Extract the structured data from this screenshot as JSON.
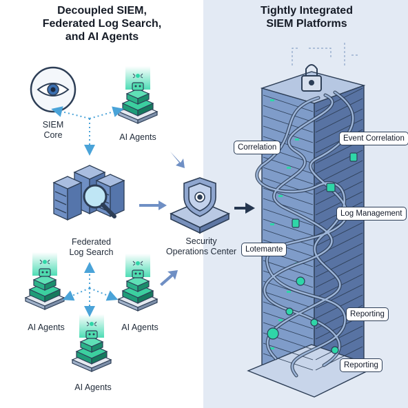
{
  "left_panel": {
    "title": "Decoupled SIEM,\nFederated Log Search,\nand AI Agents",
    "siem_core_label": "SIEM\nCore",
    "ai_agents_label": "AI Agents",
    "federated_label": "Federated\nLog Search",
    "soc_label": "Security\nOperations Center"
  },
  "right_panel": {
    "title": "Tightly Integrated\nSIEM Platforms",
    "tags": {
      "correlation": "Correlation",
      "event_correlation": "Event Correlation",
      "log_management": "Log Management",
      "lotemante": "Lotemante",
      "reporting_1": "Reporting",
      "reporting_2": "Reporting"
    }
  },
  "colors": {
    "accent_teal": "#2fd6a8",
    "server_blue": "#7f9cc9",
    "outline": "#2d3e56",
    "dotted_arrow": "#4aa3d8",
    "right_background": "#e3eaf4"
  }
}
